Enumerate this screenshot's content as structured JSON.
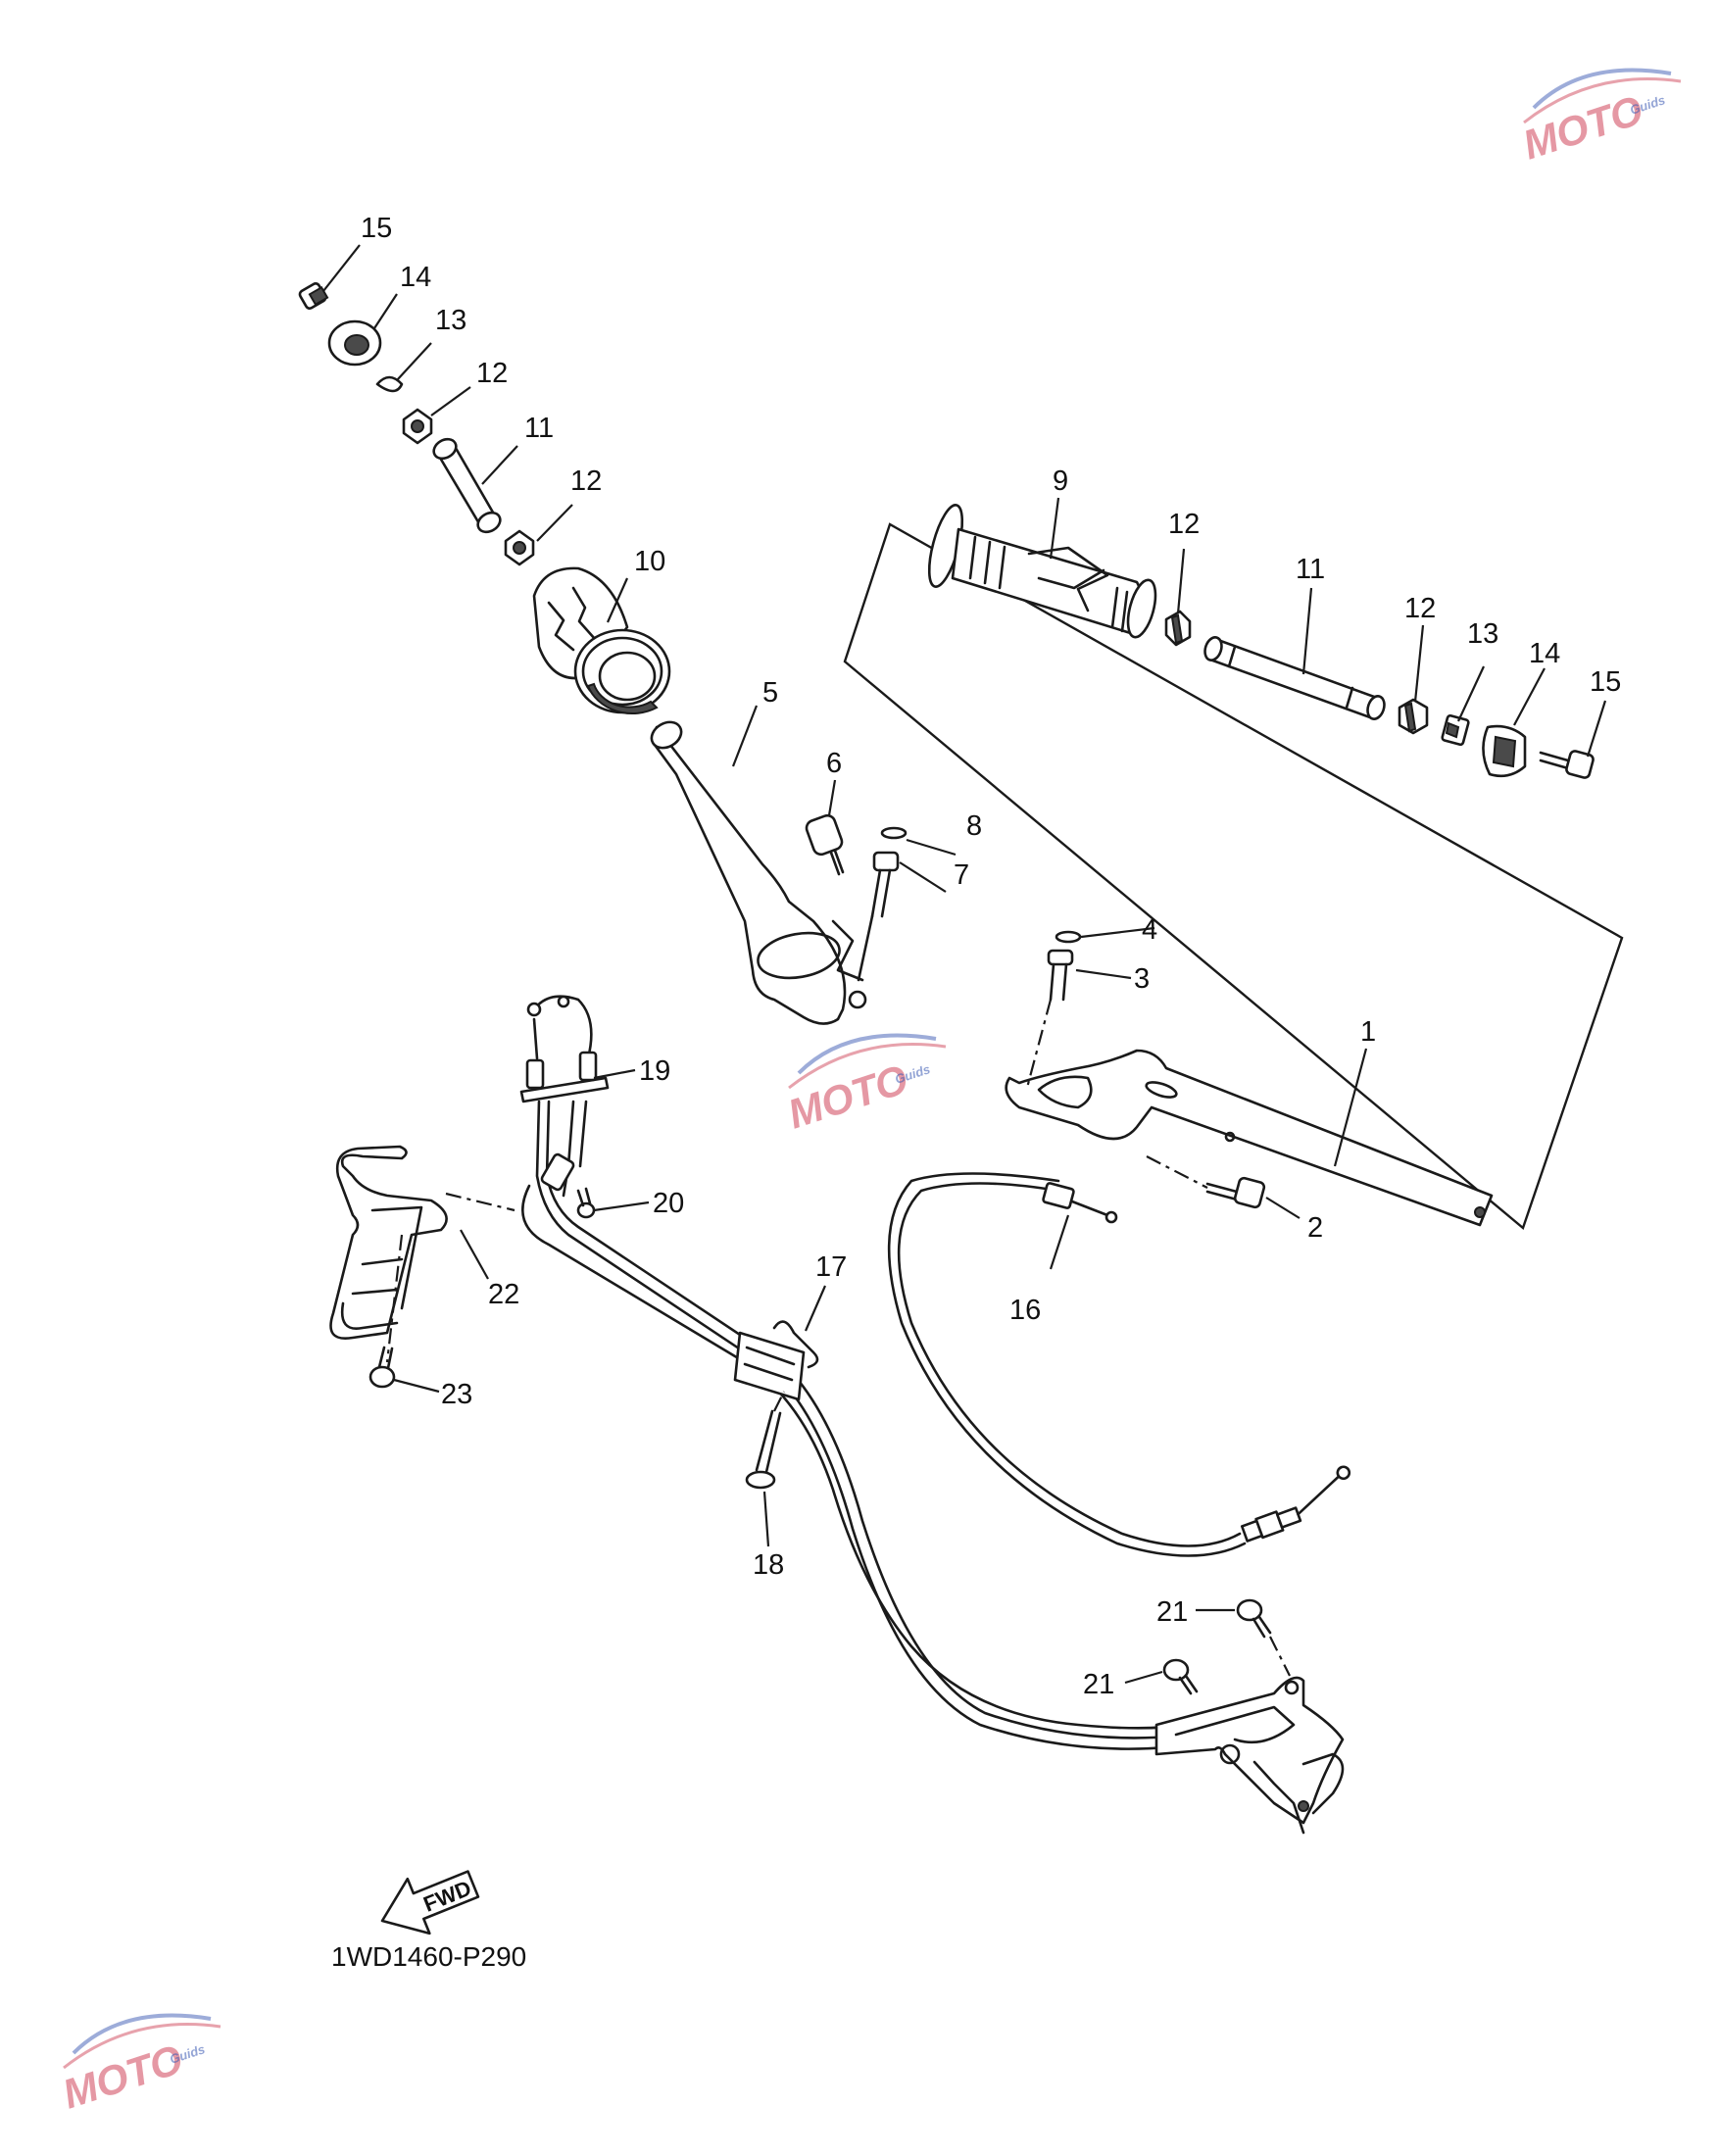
{
  "diagram": {
    "drawing_code": "1WD1460-P290",
    "fwd_label": "FWD",
    "watermark_text": "MOTO",
    "watermark_sub": "Guids",
    "colors": {
      "ink": "#1a1a1a",
      "watermark_red": "#d0455a",
      "watermark_blue": "#3c5ab4"
    },
    "callouts": {
      "c1": "1",
      "c2": "2",
      "c3": "3",
      "c4": "4",
      "c5": "5",
      "c6": "6",
      "c7": "7",
      "c8": "8",
      "c9": "9",
      "c10": "10",
      "c11a": "11",
      "c11b": "11",
      "c12a": "12",
      "c12b": "12",
      "c12c": "12",
      "c12d": "12",
      "c13a": "13",
      "c13b": "13",
      "c14a": "14",
      "c14b": "14",
      "c15a": "15",
      "c15b": "15",
      "c16": "16",
      "c17": "17",
      "c18": "18",
      "c19": "19",
      "c20": "20",
      "c21a": "21",
      "c21b": "21",
      "c22": "22",
      "c23": "23"
    }
  }
}
